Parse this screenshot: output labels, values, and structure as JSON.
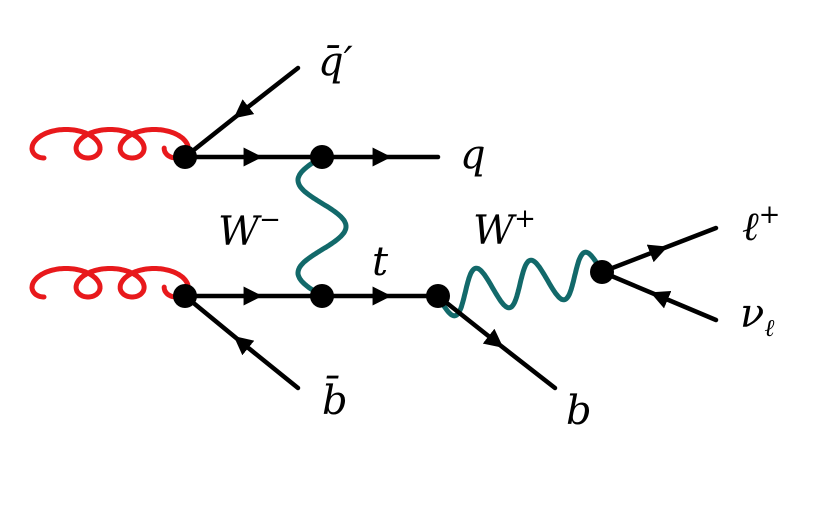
{
  "diagram": {
    "labels": {
      "qbar_prime": "q̄′",
      "q": "q",
      "w_minus": "W",
      "w_minus_charge": "−",
      "t": "t",
      "w_plus": "W",
      "w_plus_charge": "+",
      "lepton": "ℓ",
      "lepton_charge": "+",
      "neutrino": "ν",
      "neutrino_flavor": "ℓ",
      "bbar": "b̄",
      "b": "b"
    },
    "colors": {
      "gluon": "#e8191c",
      "w_boson": "#12696a",
      "fermion": "#000000"
    }
  }
}
